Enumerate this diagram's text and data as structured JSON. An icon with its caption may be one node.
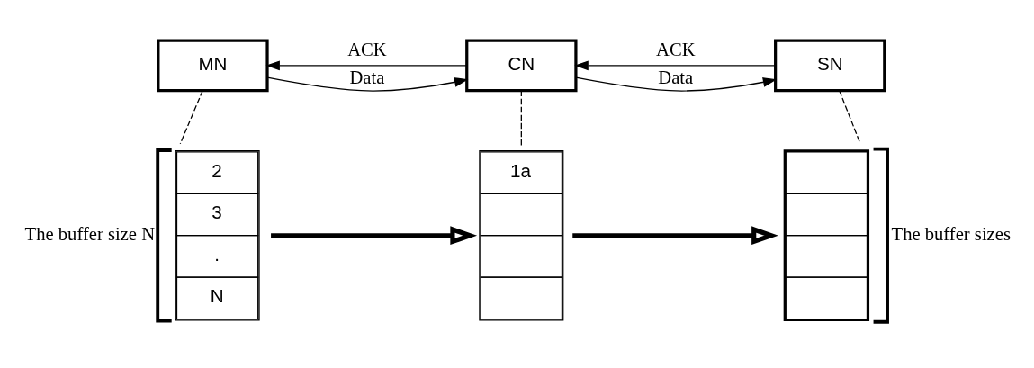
{
  "diagram": {
    "nodes": [
      {
        "text": [
          "MN"
        ]
      },
      {
        "text": [
          "CN"
        ]
      },
      {
        "text": [
          "SN"
        ]
      },
      {
        "text": [
          "2",
          "3",
          ".",
          "N"
        ],
        "beside": [
          "The buffer size N"
        ]
      },
      {
        "text": [
          "1a"
        ]
      },
      {
        "text": [],
        "shape": "box",
        "beside": [
          "The buffer sizes"
        ]
      }
    ],
    "edges": [
      {
        "from": 0,
        "to": 1,
        "arrow": "to",
        "label": "Data"
      },
      {
        "from": 1,
        "to": 0,
        "arrow": "to",
        "label": "ACK"
      },
      {
        "from": 1,
        "to": 2,
        "arrow": "to",
        "label": "Data"
      },
      {
        "from": 2,
        "to": 1,
        "arrow": "to",
        "label": "ACK"
      },
      {
        "from": 0,
        "to": 3,
        "arrow": "none",
        "style": "dashed"
      },
      {
        "from": 1,
        "to": 4,
        "arrow": "none",
        "style": "dashed"
      },
      {
        "from": 2,
        "to": 5,
        "arrow": "none",
        "style": "dashed"
      },
      {
        "from": 3,
        "to": 4,
        "arrow": "to",
        "style": "thick"
      },
      {
        "from": 4,
        "to": 5,
        "arrow": "to",
        "style": "thick"
      }
    ]
  }
}
